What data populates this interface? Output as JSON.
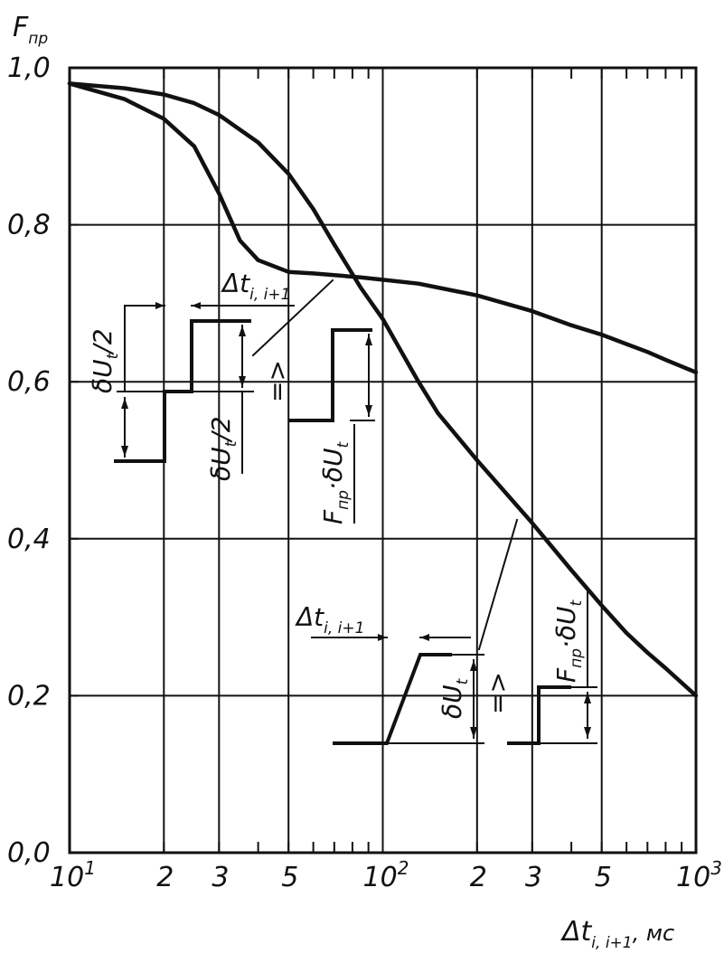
{
  "chart_data": {
    "type": "line",
    "x_scale": "log",
    "xlim": [
      10,
      1000
    ],
    "ylim": [
      0.0,
      1.0
    ],
    "grid": true,
    "ylabel": {
      "main": "F",
      "sub": "пр"
    },
    "xlabel": {
      "main": "Δt",
      "sub": "i, i+1",
      "unit": ", мс"
    },
    "yticks": [
      {
        "value": 0.0,
        "label": "0,0"
      },
      {
        "value": 0.2,
        "label": "0,2"
      },
      {
        "value": 0.4,
        "label": "0,4"
      },
      {
        "value": 0.6,
        "label": "0,6"
      },
      {
        "value": 0.8,
        "label": "0,8"
      },
      {
        "value": 1.0,
        "label": "1,0"
      }
    ],
    "xticks_major": [
      {
        "value": 10,
        "base": "10",
        "exp": "1"
      },
      {
        "value": 100,
        "base": "10",
        "exp": "2"
      },
      {
        "value": 1000,
        "base": "10",
        "exp": "3"
      }
    ],
    "xticks_minor_labeled": [
      {
        "value": 20,
        "label": "2"
      },
      {
        "value": 30,
        "label": "3"
      },
      {
        "value": 50,
        "label": "5"
      },
      {
        "value": 200,
        "label": "2"
      },
      {
        "value": 300,
        "label": "3"
      },
      {
        "value": 500,
        "label": "5"
      }
    ],
    "xticks_minor_unlabeled": [
      40,
      60,
      70,
      80,
      90,
      400,
      600,
      700,
      800,
      900
    ],
    "series": [
      {
        "x": [
          10,
          15,
          20,
          25,
          30,
          35,
          40,
          50,
          60,
          70,
          85,
          100,
          130,
          150,
          200,
          300,
          400,
          500,
          600,
          700,
          800,
          1000
        ],
        "y": [
          0.98,
          0.96,
          0.935,
          0.9,
          0.84,
          0.78,
          0.755,
          0.74,
          0.738,
          0.736,
          0.733,
          0.73,
          0.725,
          0.72,
          0.71,
          0.69,
          0.672,
          0.66,
          0.648,
          0.638,
          0.628,
          0.612
        ]
      },
      {
        "x": [
          10,
          15,
          20,
          25,
          30,
          40,
          50,
          60,
          70,
          85,
          100,
          130,
          150,
          200,
          300,
          400,
          500,
          600,
          700,
          800,
          1000
        ],
        "y": [
          0.98,
          0.974,
          0.966,
          0.955,
          0.94,
          0.905,
          0.865,
          0.82,
          0.775,
          0.72,
          0.68,
          0.6,
          0.56,
          0.5,
          0.42,
          0.36,
          0.315,
          0.28,
          0.255,
          0.235,
          0.2
        ]
      }
    ]
  },
  "annotations": {
    "upper": {
      "dt": "Δt",
      "dt_sub": "i, i+1",
      "half_left": "δU",
      "half_left_sub": "t",
      "half_left_tail": "/2",
      "half_right": "δU",
      "half_right_sub": "t",
      "half_right_tail": "/2",
      "equiv": "=>",
      "result": "F",
      "result_sub": "пр",
      "result_tail": "·δU",
      "result_tail_sub": "t"
    },
    "lower": {
      "dt": "Δt",
      "dt_sub": "i, i+1",
      "step": "δU",
      "step_sub": "t",
      "equiv": "=>",
      "result": "F",
      "result_sub": "пр",
      "result_tail": "·δU",
      "result_tail_sub": "t"
    }
  }
}
